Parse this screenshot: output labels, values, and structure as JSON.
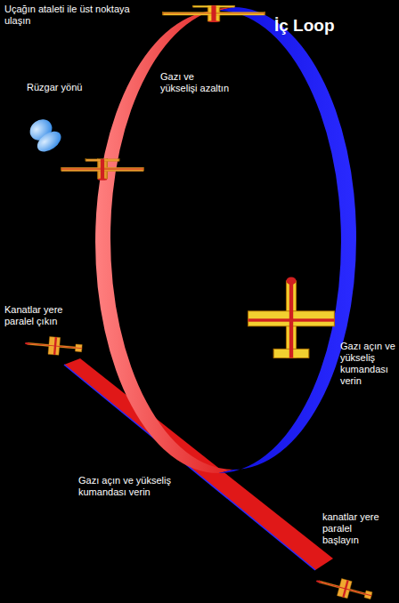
{
  "diagram": {
    "title": "İç Loop",
    "labels": [
      "Uçağın ataleti ile üst noktaya ulaşın",
      "Gazı ve yükselişi azaltın",
      "Rüzgar yönü",
      "Kanatlar yere paralel çıkın",
      "Gazı açın ve yükseliş kumandası verin",
      "Gazı açın ve yükseliş kumandası verin",
      "kanatlar yere paralel başlayın"
    ]
  }
}
